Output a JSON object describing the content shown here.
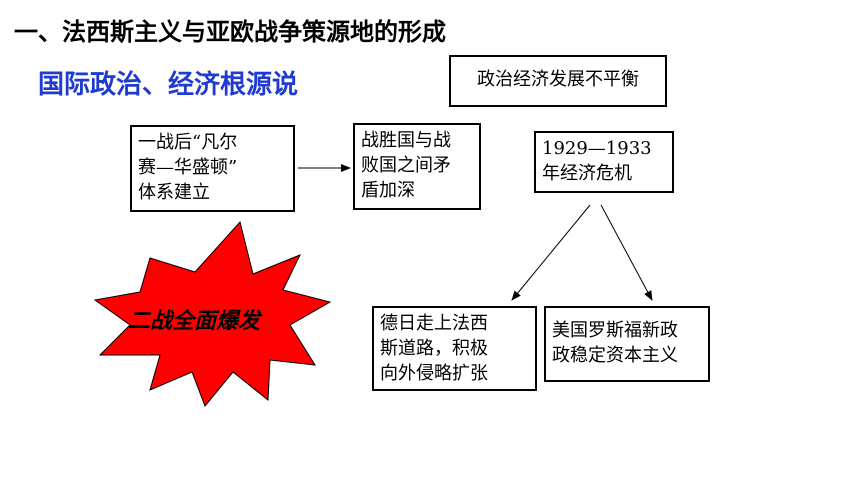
{
  "heading": "一、法西斯主义与亚欧战争策源地的形成",
  "subheading": "国际政治、经济根源说",
  "nodes": {
    "top_box": "政治经济发展不平衡",
    "versailles": "一战后“凡尔\n赛—华盛顿”\n体系建立",
    "conflict": "战胜国与战\n败国之间矛\n盾加深",
    "crisis": "1929—1933\n年经济危机",
    "fascism": "德日走上法西\n斯道路，积极\n向外侵略扩张",
    "usa": "美国罗斯福新政\n政稳定资本主义"
  },
  "burst": {
    "label": "二战全面爆发",
    "color": "#ff0000"
  },
  "colors": {
    "subheading": "#1f3bd1"
  }
}
